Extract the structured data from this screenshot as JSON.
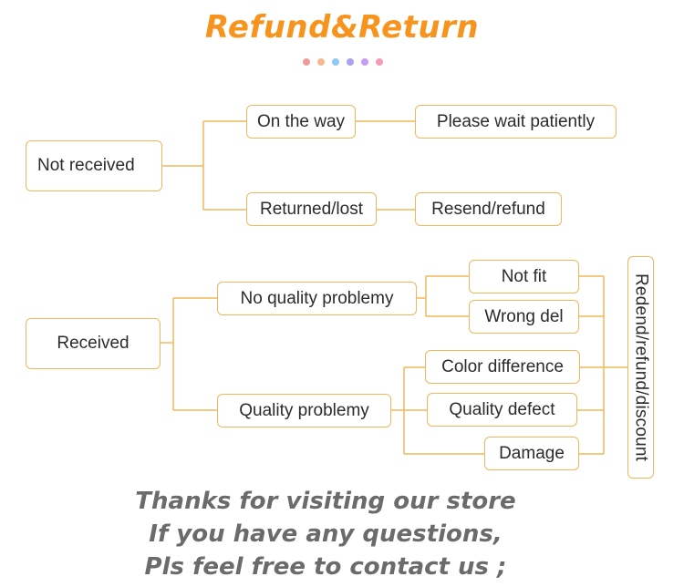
{
  "header": {
    "title": "Refund&Return",
    "title_color": "#f7941d",
    "dot_colors": [
      "#f29a9a",
      "#f4b98e",
      "#8fc8f0",
      "#a9a0f0",
      "#c79cf0",
      "#f29ab8"
    ]
  },
  "diagram": {
    "line_color": "#f0b85a",
    "not_received": {
      "label": "Not received",
      "branches": {
        "on_the_way": {
          "label": "On the way",
          "action": "Please wait patiently"
        },
        "returned_lost": {
          "label": "Returned/lost",
          "action": "Resend/refund"
        }
      }
    },
    "received": {
      "label": "Received",
      "branches": {
        "no_quality": {
          "label": "No quality problemy",
          "items": [
            "Not fit",
            "Wrong del"
          ]
        },
        "quality": {
          "label": "Quality problemy",
          "items": [
            "Color difference",
            "Quality defect",
            "Damage"
          ]
        }
      },
      "outcome": "Redend/refund/discount"
    }
  },
  "footer": {
    "lines": [
      "Thanks for visiting our store",
      "If you have any questions,",
      "Pls feel free to contact us ;"
    ]
  }
}
